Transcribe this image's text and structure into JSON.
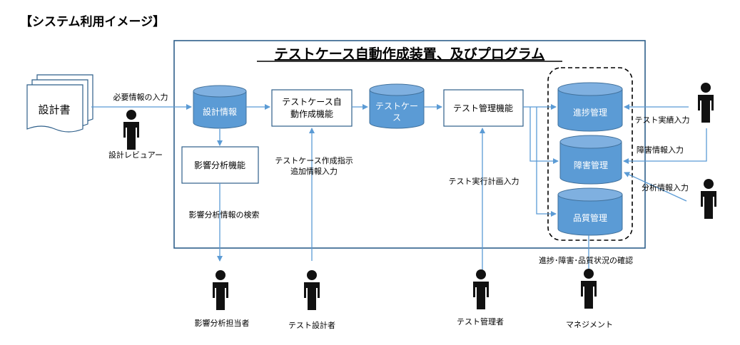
{
  "page_title": "【システム利用イメージ】",
  "system": {
    "title": "テストケース自動作成装置、及びプログラム"
  },
  "document": {
    "label": "設計書"
  },
  "nodes": {
    "design_info": "設計情報",
    "impact_analysis": "影響分析機能",
    "testcase_gen_line1": "テストケース自",
    "testcase_gen_line2": "動作成機能",
    "testcase_db_line1": "テストケー",
    "testcase_db_line2": "ス",
    "test_mgmt": "テスト管理機能",
    "progress_mgmt": "進捗管理",
    "defect_mgmt": "障害管理",
    "quality_mgmt": "品質管理"
  },
  "flows": {
    "required_info_input": "必要情報の入力",
    "impact_search": "影響分析情報の検索",
    "testcase_instr_line1": "テストケース作成指示",
    "testcase_instr_line2": "追加情報入力",
    "test_plan_input": "テスト実行計画入力",
    "test_result_input": "テスト実績入力",
    "defect_info_input": "障害情報入力",
    "analysis_info_input": "分析情報入力",
    "status_check": "進捗･障害･品質状況の確認"
  },
  "actors": {
    "design_reviewer": "設計レビュアー",
    "impact_analyst": "影響分析担当者",
    "test_designer": "テスト設計者",
    "test_manager": "テスト管理者",
    "management": "マネジメント"
  },
  "colors": {
    "db_fill": "#5b9bd5",
    "db_stroke": "#41719c",
    "arrow": "#5b9bd5",
    "frame": "#2e5f8a"
  }
}
